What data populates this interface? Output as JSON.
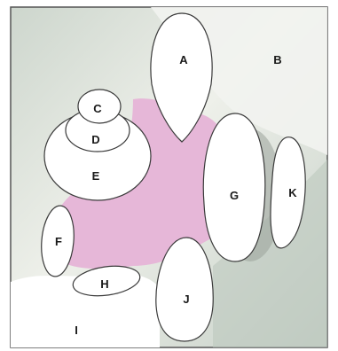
{
  "colors": {
    "background_green": "#d4dbd2",
    "background_light": "#eef0ea",
    "highlight_pink": "#e6b7d8",
    "outline": "#3a3a3a",
    "border": "#555555"
  },
  "labels": {
    "A": "A",
    "B": "B",
    "C": "C",
    "D": "D",
    "E": "E",
    "F": "F",
    "G": "G",
    "H": "H",
    "I": "I",
    "J": "J",
    "K": "K"
  }
}
